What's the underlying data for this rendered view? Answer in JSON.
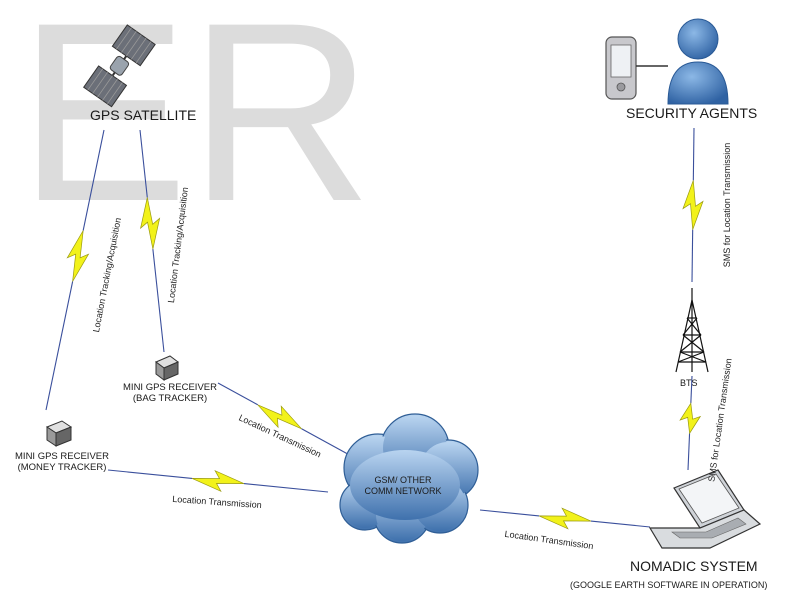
{
  "watermark": "ER",
  "nodes": {
    "gps_satellite": "GPS SATELLITE",
    "security_agents": "SECURITY AGENTS",
    "bag_tracker": [
      "MINI GPS RECEIVER",
      "(BAG TRACKER)"
    ],
    "money_tracker": [
      "MINI GPS RECEIVER",
      "(MONEY TRACKER)"
    ],
    "network": [
      "GSM/ OTHER",
      "COMM NETWORK"
    ],
    "bts": "BTS",
    "nomadic_title": "NOMADIC SYSTEM",
    "nomadic_sub": "(GOOGLE EARTH SOFTWARE IN OPERATION)"
  },
  "edges": {
    "sat_money": "Location Tracking/Acquisition",
    "sat_bag": "Location Tracking/Acquisition",
    "agents_bts": "SMS for Location Transmission",
    "bts_nomadic": "SMS for Location Transmission",
    "bag_network": "Location Transmission",
    "money_network": "Location Transmission",
    "network_nomadic": "Location Transmission"
  },
  "colors": {
    "bolt_fill": "#f2f21a",
    "bolt_stroke": "#9a9a10",
    "link_line": "#3a4f9c",
    "cloud_light": "#9cc0e6",
    "cloud_dark": "#3f71ad",
    "person": "#4f86c6",
    "watermark": "#dcdcdc"
  },
  "icons": [
    "satellite-icon",
    "person-icon",
    "pda-icon",
    "gps-receiver-icon",
    "cloud-icon",
    "tower-icon",
    "laptop-icon",
    "lightning-icon"
  ]
}
